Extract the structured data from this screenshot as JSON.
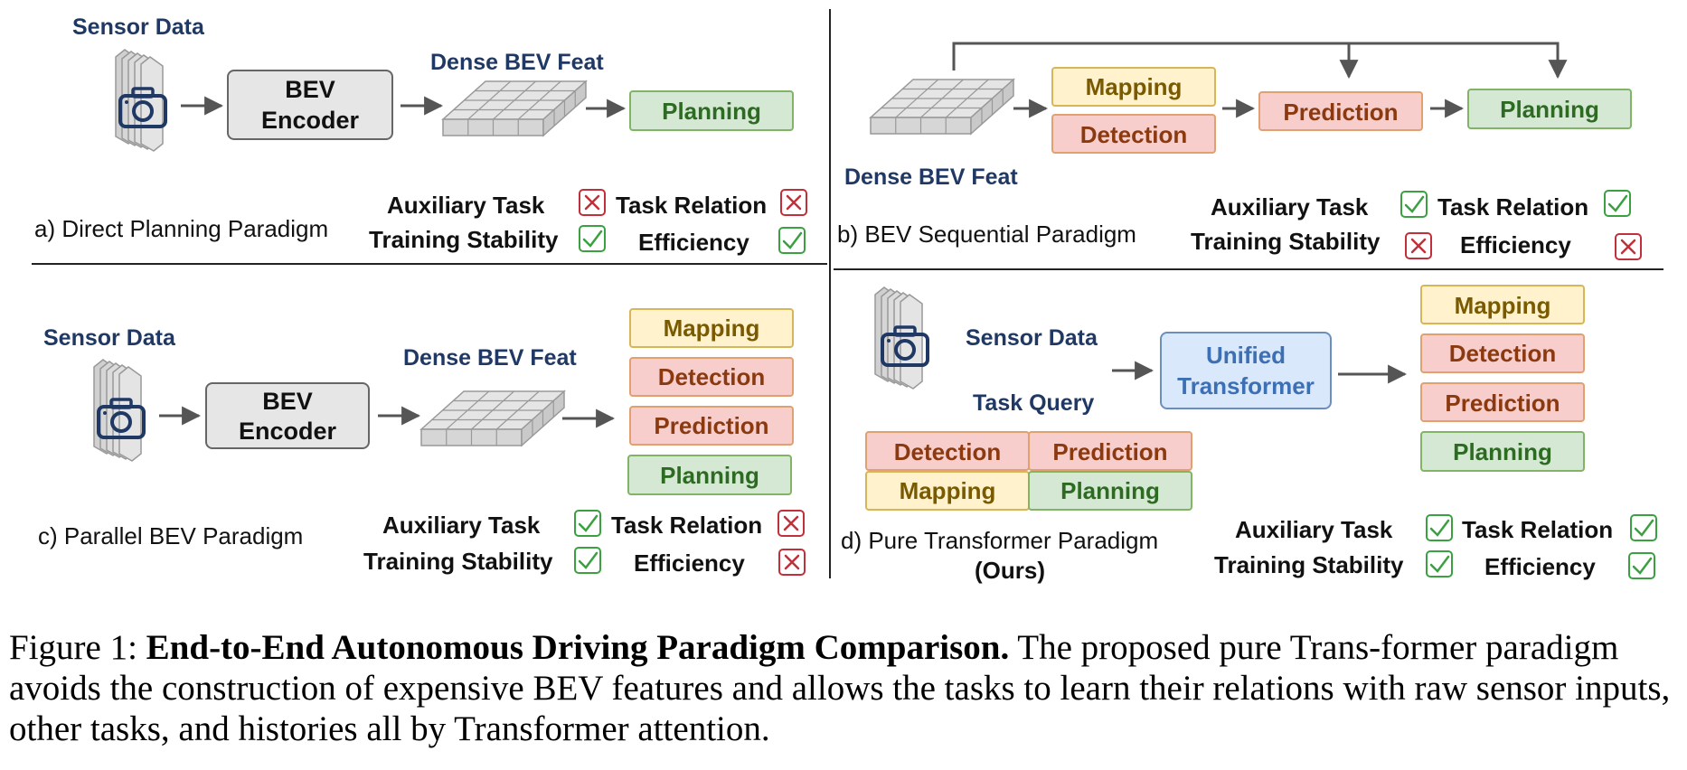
{
  "common": {
    "sensor_data": "Sensor Data",
    "dense_bev_feat": "Dense BEV Feat",
    "bev_encoder_line1": "BEV",
    "bev_encoder_line2": "Encoder",
    "task_query": "Task Query",
    "unified_line1": "Unified",
    "unified_line2": "Transformer"
  },
  "tasks": {
    "planning": "Planning",
    "mapping": "Mapping",
    "detection": "Detection",
    "prediction": "Prediction"
  },
  "properties": {
    "auxiliary_task": "Auxiliary Task",
    "task_relation": "Task Relation",
    "training_stability": "Training Stability",
    "efficiency": "Efficiency"
  },
  "panels": {
    "a": {
      "label": "a) Direct Planning Paradigm",
      "auxiliary_task": false,
      "task_relation": false,
      "training_stability": true,
      "efficiency": true
    },
    "b": {
      "label": "b) BEV Sequential Paradigm",
      "auxiliary_task": true,
      "task_relation": true,
      "training_stability": false,
      "efficiency": false
    },
    "c": {
      "label": "c) Parallel BEV Paradigm",
      "auxiliary_task": true,
      "task_relation": false,
      "training_stability": true,
      "efficiency": false
    },
    "d": {
      "label": "d) Pure Transformer Paradigm",
      "label_suffix": "(Ours)",
      "auxiliary_task": true,
      "task_relation": true,
      "training_stability": true,
      "efficiency": true
    }
  },
  "caption": {
    "prefix": "Figure 1: ",
    "bold": "End-to-End Autonomous Driving Paradigm Comparison.",
    "rest": " The proposed pure Trans-former paradigm avoids the construction of expensive BEV features and allows the tasks to learn their relations with raw sensor inputs, other tasks, and histories all by Transformer attention."
  },
  "colors": {
    "title_blue": "#1f3864",
    "planning_fill": "#d5e8d4",
    "planning_stroke": "#82b366",
    "mapping_fill": "#fff2cc",
    "mapping_stroke": "#d6b656",
    "orange_fill": "#f8cecc",
    "orange_stroke": "#e0a070",
    "check": "#3aa040",
    "cross": "#c0303a",
    "unified_fill": "#dae8fc",
    "unified_stroke": "#6c8ebf"
  }
}
